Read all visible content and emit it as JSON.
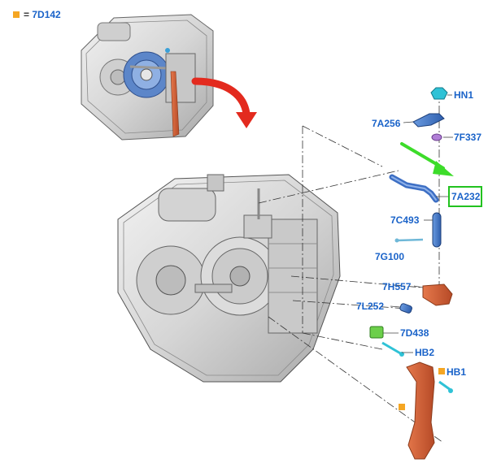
{
  "legend": {
    "symbol": "■",
    "equals": "=",
    "part": "7D142",
    "square_color": "#f5a623"
  },
  "labels": [
    {
      "id": "hn1",
      "text": "HN1"
    },
    {
      "id": "7a256",
      "text": "7A256"
    },
    {
      "id": "7f337",
      "text": "7F337"
    },
    {
      "id": "7a232",
      "text": "7A232",
      "highlighted": true
    },
    {
      "id": "7c493",
      "text": "7C493"
    },
    {
      "id": "7g100",
      "text": "7G100"
    },
    {
      "id": "7h557",
      "text": "7H557"
    },
    {
      "id": "7l252",
      "text": "7L252"
    },
    {
      "id": "7d438",
      "text": "7D438"
    },
    {
      "id": "hb2",
      "text": "HB2"
    },
    {
      "id": "hb1",
      "text": "HB1",
      "marked": true
    }
  ],
  "colors": {
    "label_blue": "#1a63c9",
    "highlight_green": "#22c21f",
    "arrow_green": "#3ddc2a",
    "arrow_red": "#e32a1e",
    "orange_part": "#d8653c",
    "housing_gray": "#d7d7d7"
  },
  "icons": [
    "down-arrow-red",
    "pointer-arrow-green"
  ]
}
